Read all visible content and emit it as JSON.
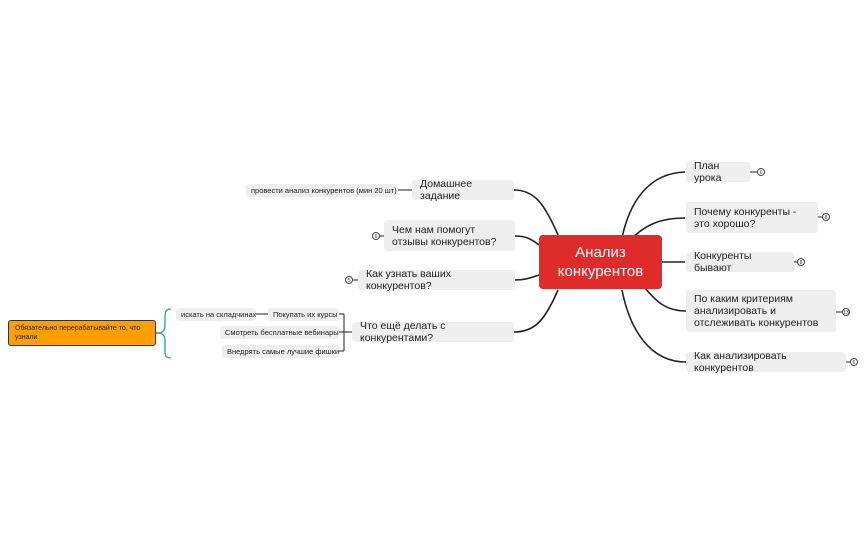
{
  "central": {
    "label": "Анализ конкурентов"
  },
  "right": [
    {
      "label": "План урока",
      "badge": "6"
    },
    {
      "label": "Почему конкуренты - это хорошо?",
      "badge": "8"
    },
    {
      "label": "Конкуренты бывают",
      "badge": "8"
    },
    {
      "label": "По каким критериям анализировать и отслеживать конкурентов",
      "badge": "13"
    },
    {
      "label": "Как анализировать конкурентов",
      "badge": "6"
    }
  ],
  "left": [
    {
      "label": "Домашнее задание",
      "child": "провести анализ конкурентов (мин 20 шт)"
    },
    {
      "label": "Чем нам помогут отзывы конкурентов?",
      "badge": "6"
    },
    {
      "label": "Как узнать ваших конкурентов?",
      "badge": "5"
    },
    {
      "label": "Что ещё делать с конкурентами?",
      "children": [
        {
          "label": "Покупать их курсы",
          "child": "искать на складчинах"
        },
        {
          "label": "Смотреть бесплатные вебинары"
        },
        {
          "label": "Внедрять самые лучшие фишки"
        }
      ]
    }
  ],
  "callout": {
    "label": "Обязательно перерабатывайте то, что узнали"
  },
  "colors": {
    "central": "#e02b2b",
    "node": "#eeeeee",
    "line": "#222222",
    "callout": "#ffa000",
    "bracket": "#2aa87a"
  }
}
